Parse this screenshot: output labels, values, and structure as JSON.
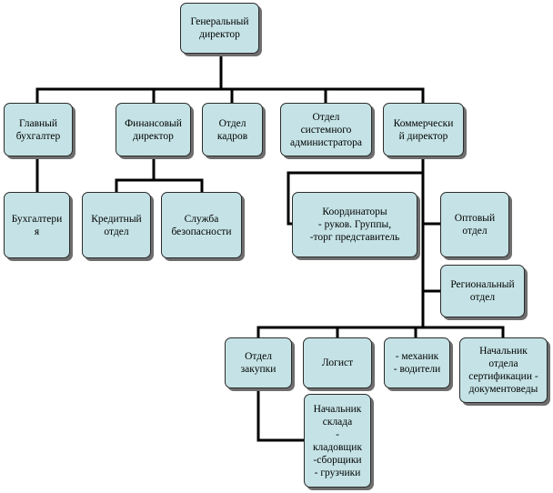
{
  "colors": {
    "node_fill": "#c5e3e6",
    "node_border": "#2b2b2b",
    "shadow": "#6e6e6e",
    "connector": "#000000"
  },
  "nodes": {
    "general_director": "Генеральный\nдиректор",
    "chief_accountant": "Главный\nбухгалтер",
    "financial_director": "Финансовый\nдиректор",
    "hr_department": "Отдел\nкадров",
    "sysadmin_department": "Отдел\nсистемного\nадминистратора",
    "commercial_director": "Коммерчески\nй директор",
    "accounting": "Бухгалтери\nя",
    "credit_department": "Кредитный\nотдел",
    "security_service": "Служба\nбезопасности",
    "coordinators": "Координаторы\n- руков. Группы,\n-торг представитель",
    "wholesale_department": "Оптовый\nотдел",
    "regional_department": "Региональный\nотдел",
    "purchasing_department": "Отдел\nзакупки",
    "logistician": "Логист",
    "mechanic_drivers": "- механик\n- водители",
    "certification_head": "Начальник\nотдела\nсертификации -\nдокументоведы",
    "warehouse_head": "Начальник\nсклада\n-\nкладовщик\n-сборщики\n- грузчики"
  }
}
